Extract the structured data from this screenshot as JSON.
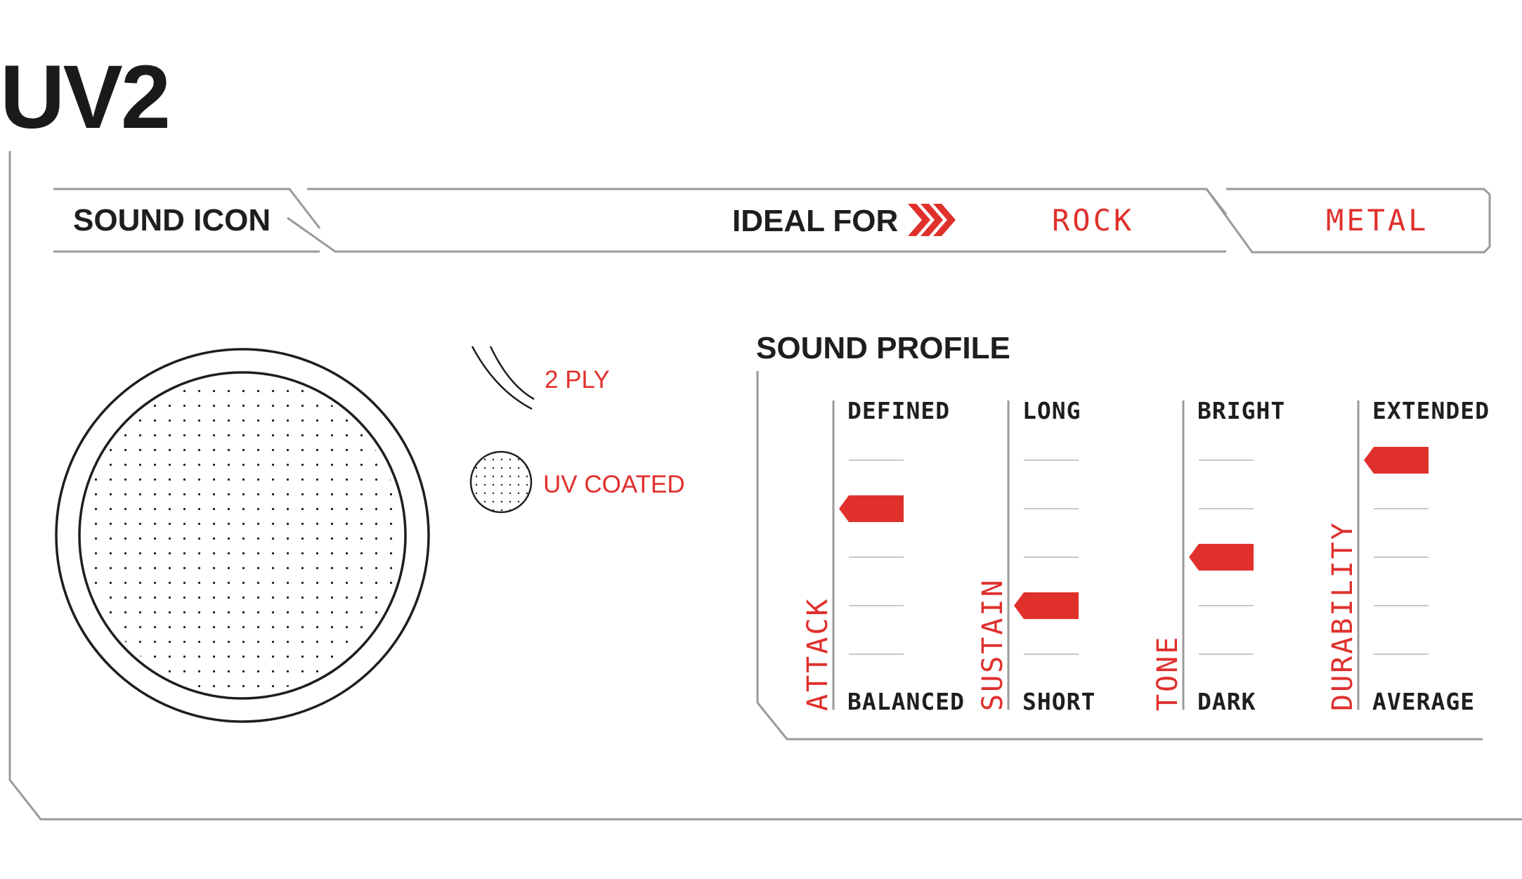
{
  "title": "UV2",
  "header": {
    "sound_icon_label": "SOUND ICON",
    "ideal_for_label": "IDEAL FOR",
    "genres": [
      "ROCK",
      "METAL"
    ]
  },
  "legend": {
    "ply_label": "2 PLY",
    "coating_label": "UV COATED"
  },
  "sound_profile": {
    "title": "SOUND PROFILE",
    "meters": [
      {
        "name": "ATTACK",
        "top_label": "DEFINED",
        "bottom_label": "BALANCED",
        "level": 4,
        "max_level": 5
      },
      {
        "name": "SUSTAIN",
        "top_label": "LONG",
        "bottom_label": "SHORT",
        "level": 2,
        "max_level": 5
      },
      {
        "name": "TONE",
        "top_label": "BRIGHT",
        "bottom_label": "DARK",
        "level": 3,
        "max_level": 5
      },
      {
        "name": "DURABILITY",
        "top_label": "EXTENDED",
        "bottom_label": "AVERAGE",
        "level": 5,
        "max_level": 5
      }
    ]
  },
  "colors": {
    "accent": "#e0302c",
    "text": "#1e1e1e",
    "frame_line": "#9a9a9a",
    "tick_line": "#b5b5b5"
  },
  "icons": [
    "chevron-arrows-icon",
    "two-ply-arcs-icon",
    "uv-coated-dot-icon",
    "drum-head-icon"
  ]
}
